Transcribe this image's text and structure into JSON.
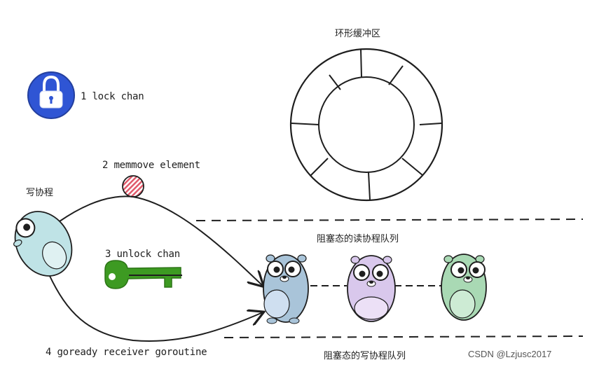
{
  "labels": {
    "ring_buffer": "环形缓冲区",
    "step1": "1 lock chan",
    "step2": "2 memmove element",
    "step3": "3 unlock chan",
    "step4": "4 goready receiver goroutine",
    "writer": "写协程",
    "recv_queue": "阻塞态的读协程队列",
    "send_queue": "阻塞态的写协程队列",
    "watermark": "CSDN @Lzjusc2017"
  },
  "icons": {
    "lock": "lock-icon",
    "key": "key-icon",
    "element": "striped-ball-icon"
  },
  "colors": {
    "lock_blue": "#2f55d4",
    "key_green": "#3d9a22",
    "gopher_writer": "#bfe3e6",
    "gopher_blue": "#a9c4d9",
    "gopher_purple": "#d9c8ec",
    "gopher_green": "#a9d9b4",
    "ball_stripe": "#e05a6b"
  }
}
